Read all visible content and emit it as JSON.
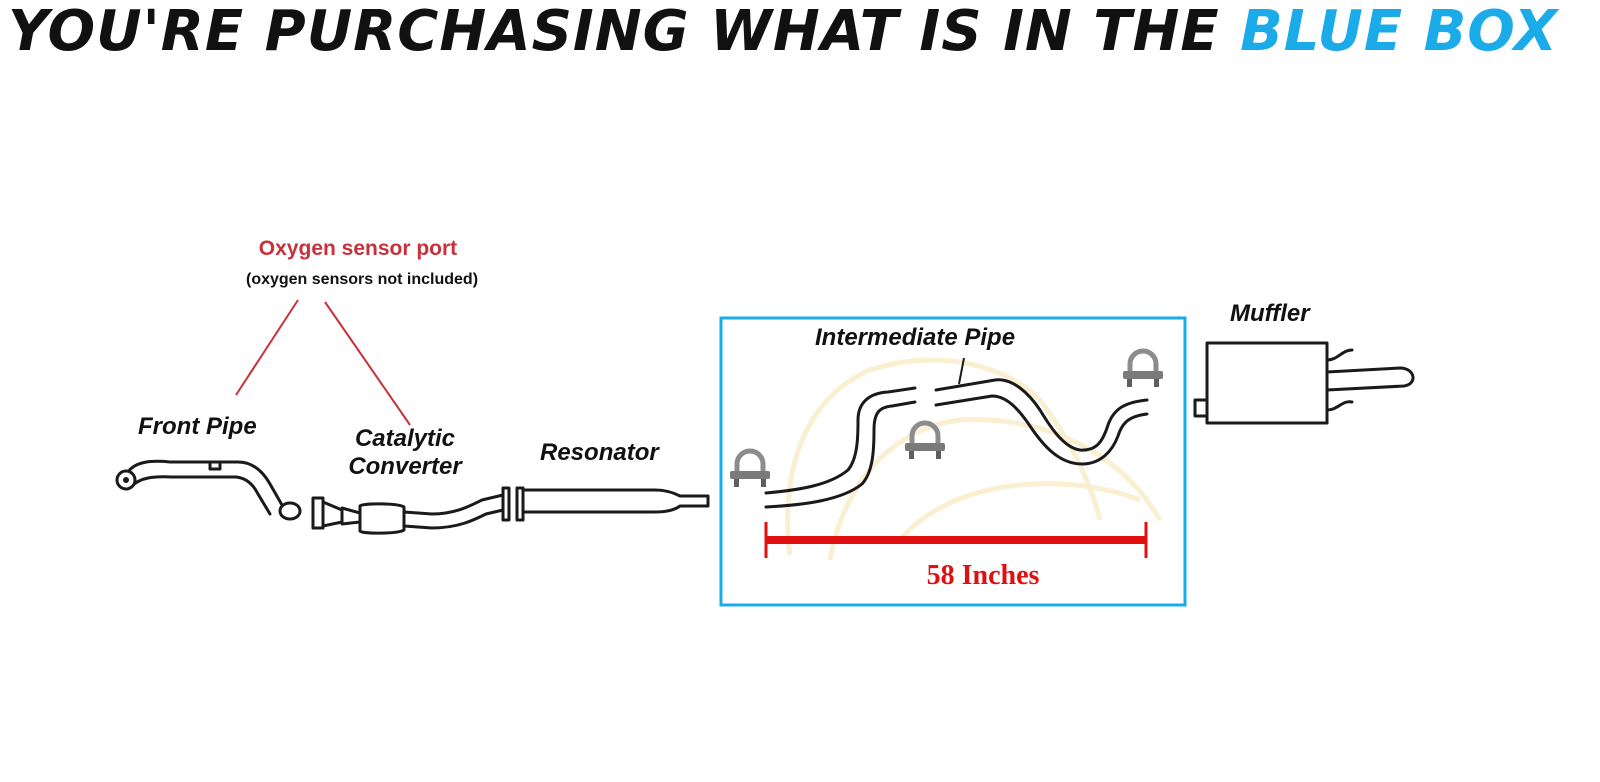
{
  "headline": {
    "prefix": "YOU'RE PURCHASING WHAT IS IN THE ",
    "highlight": "BLUE BOX",
    "text_color": "#111111",
    "highlight_color": "#1aabe8"
  },
  "sensor_note": {
    "title": "Oxygen sensor port",
    "subtitle": "(oxygen sensors not included)",
    "title_color": "#c8313c",
    "line_color": "#c8313c"
  },
  "parts": {
    "front_pipe": "Front Pipe",
    "catalytic_line1": "Catalytic",
    "catalytic_line2": "Converter",
    "resonator": "Resonator",
    "intermediate_pipe": "Intermediate Pipe",
    "muffler": "Muffler"
  },
  "selection_box": {
    "border_color": "#1aabe8"
  },
  "dimension": {
    "label": "58 Inches",
    "color": "#e01010"
  }
}
